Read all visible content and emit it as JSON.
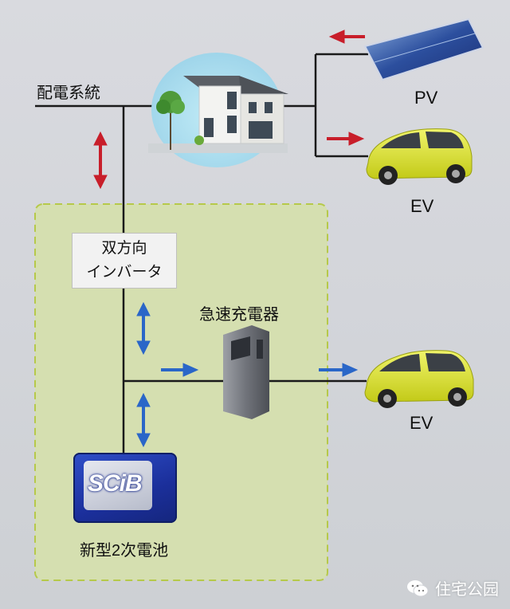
{
  "labels": {
    "grid": "配電系統",
    "pv": "PV",
    "ev_top": "EV",
    "inverter_line1": "双方向",
    "inverter_line2": "インバータ",
    "charger": "急速充電器",
    "ev_bottom": "EV",
    "battery": "新型2次電池",
    "battery_logo": "SCiB"
  },
  "watermark": {
    "text": "住宅公园",
    "icon": "wechat-icon"
  },
  "colors": {
    "line": "#1a1a1a",
    "red_arrow": "#c81e2a",
    "blue_arrow": "#2a66c8",
    "dashed_border": "#b6c94a",
    "dashed_fill": "#d5dfb0",
    "ev_body": "#d9df2a"
  },
  "icons": [
    "house-icon",
    "solar-panel-icon",
    "ev-car-icon",
    "charger-icon",
    "battery-icon"
  ]
}
